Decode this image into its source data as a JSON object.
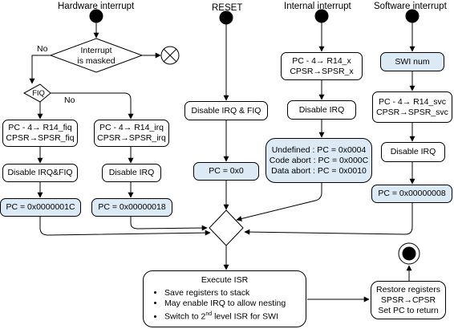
{
  "headers": {
    "hardware": "Hardware interrupt",
    "reset": "RESET",
    "internal": "Internal interrupt",
    "software": "Software interrupt"
  },
  "decisions": {
    "masked_line1": "Interrupt",
    "masked_line2": "is masked",
    "masked_no": "No",
    "fiq": "FIQ",
    "fiq_no": "No"
  },
  "hardware": {
    "fiq_save_line1": "PC - 4→ R14_fiq",
    "fiq_save_line2": "CPSR→SPSR_fiq",
    "fiq_disable": "Disable IRQ&FIQ",
    "fiq_pc": "PC = 0x0000001C",
    "irq_save_line1": "PC - 4→ R14_irq",
    "irq_save_line2": "CPSR→SPSR_irq",
    "irq_disable": "Disable IRQ",
    "irq_pc": "PC = 0x00000018"
  },
  "reset": {
    "disable": "Disable IRQ & FIQ",
    "pc": "PC = 0x0"
  },
  "internal": {
    "save_line1": "PC - 4→ R14_x",
    "save_line2": "CPSR→SPSR_x",
    "disable": "Disable IRQ",
    "undefined": "Undefined : PC = 0x0004",
    "code_abort": "Code abort : PC = 0x000C",
    "data_abort": "Data abort : PC = 0x0010"
  },
  "software": {
    "swi": "SWI  num",
    "save_line1": "PC - 4→ R14_svc",
    "save_line2": "CPSR→SPSR_svc",
    "disable": "Disable IRQ",
    "pc": "PC = 0x00000008"
  },
  "isr": {
    "title": "Execute ISR",
    "items": [
      "Save registers to stack",
      "May enable IRQ to allow nesting",
      "Switch to 2",
      "nd",
      " level ISR for SWI"
    ]
  },
  "restore": {
    "line1": "Restore  registers",
    "line2": "SPSR→CPSR",
    "line3": "Set PC to return"
  },
  "colors": {
    "highlight_fill": "#dbeaf4",
    "stroke": "#000000"
  }
}
